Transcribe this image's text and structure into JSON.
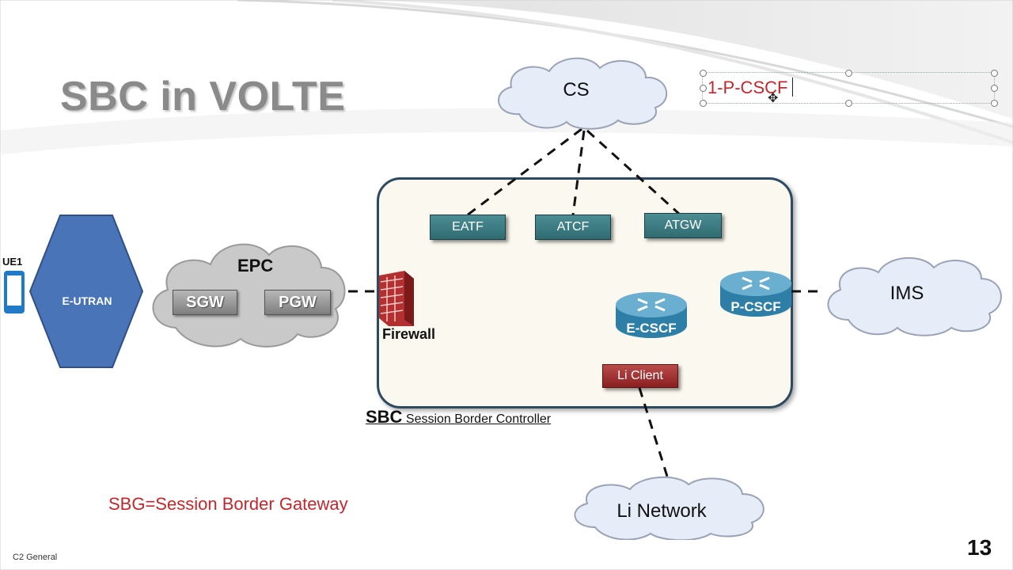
{
  "slide": {
    "title": "SBC in VOLTE",
    "page_number": "13",
    "footer_classification": "C2 General",
    "note": "SBG=Session Border Gateway",
    "editing_textbox": {
      "value": "1-P-CSCF"
    }
  },
  "diagram": {
    "ue_label": "UE1",
    "eutran_label": "E-UTRAN",
    "epc": {
      "label": "EPC",
      "sgw": "SGW",
      "pgw": "PGW"
    },
    "firewall_label": "Firewall",
    "cs_label": "CS",
    "ims_label": "IMS",
    "li_network_label": "Li Network",
    "sbc": {
      "caption_bold": "SBC",
      "caption_rest": "Session Border Controller",
      "eatf": "EATF",
      "atcf": "ATCF",
      "atgw": "ATGW",
      "e_cscf": "E-CSCF",
      "p_cscf": "P-CSCF",
      "li_client": "Li Client"
    }
  },
  "colors": {
    "title_gray": "#8a8a8a",
    "accent_red": "#c0282d",
    "teal_node": "#3b7d83",
    "router_blue": "#2d7fa8",
    "cloud_blue": "#e6ecf8",
    "cloud_gray": "#c9c9c9",
    "eutran_blue": "#4a74b8"
  }
}
